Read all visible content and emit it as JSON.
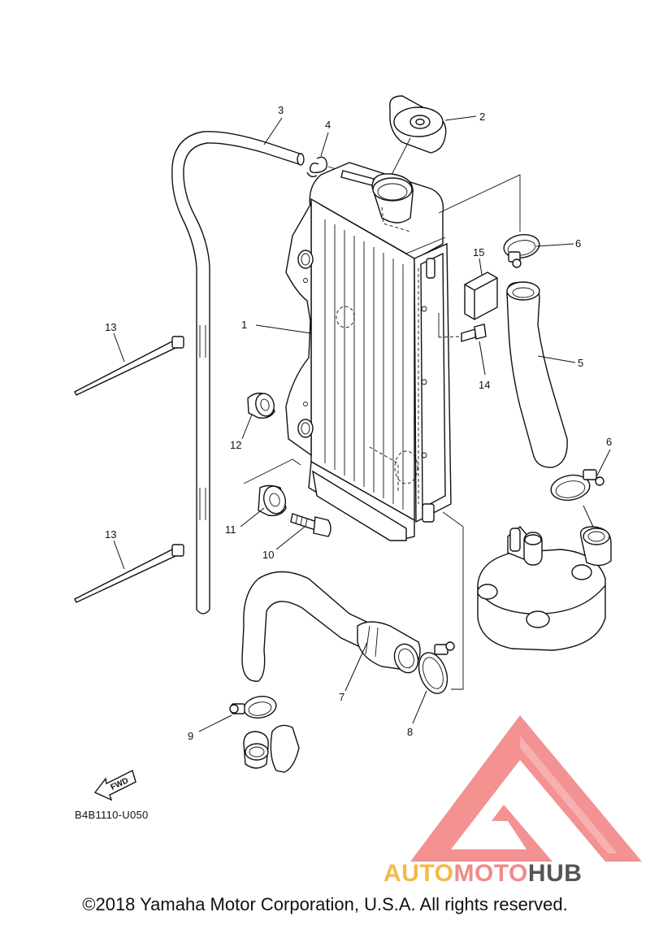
{
  "diagram": {
    "callouts": [
      {
        "id": "c1",
        "label": "1"
      },
      {
        "id": "c2",
        "label": "2"
      },
      {
        "id": "c3",
        "label": "3"
      },
      {
        "id": "c4",
        "label": "4"
      },
      {
        "id": "c5",
        "label": "5"
      },
      {
        "id": "c6a",
        "label": "6"
      },
      {
        "id": "c6b",
        "label": "6"
      },
      {
        "id": "c7",
        "label": "7"
      },
      {
        "id": "c8",
        "label": "8"
      },
      {
        "id": "c9",
        "label": "9"
      },
      {
        "id": "c10",
        "label": "10"
      },
      {
        "id": "c11",
        "label": "11"
      },
      {
        "id": "c12",
        "label": "12"
      },
      {
        "id": "c13a",
        "label": "13"
      },
      {
        "id": "c13b",
        "label": "13"
      },
      {
        "id": "c14",
        "label": "14"
      },
      {
        "id": "c15",
        "label": "15"
      }
    ],
    "fwd_label": "FWD",
    "diagram_code": "B4B1110-U050"
  },
  "watermark": {
    "part1": "AUTO",
    "part2": "MOTO",
    "part3": "HUB",
    "colors": {
      "auto": "#f5b84a",
      "moto": "#f08a8a",
      "hub": "#555555",
      "triangle": "#f27f7f"
    }
  },
  "footer": {
    "copyright": "©2018 Yamaha Motor Corporation, U.S.A. All rights reserved."
  }
}
